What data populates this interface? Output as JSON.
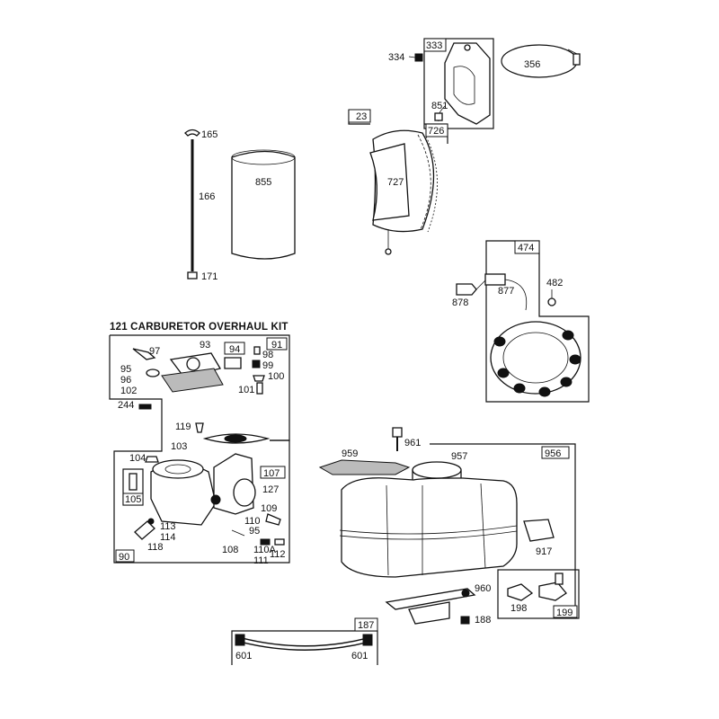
{
  "kit_title": "121 CARBURETOR OVERHAUL KIT",
  "labels": {
    "p333": "333",
    "p334": "334",
    "p356": "356",
    "p851": "851",
    "p23": "23",
    "p726": "726",
    "p727": "727",
    "p165": "165",
    "p166": "166",
    "p855": "855",
    "p171": "171",
    "p474": "474",
    "p482": "482",
    "p877": "877",
    "p878": "878",
    "p97": "97",
    "p93": "93",
    "p94": "94",
    "p91": "91",
    "p95a": "95",
    "p96": "96",
    "p102": "102",
    "p98": "98",
    "p99": "99",
    "p100": "100",
    "p101": "101",
    "p244": "244",
    "p119": "119",
    "p103": "103",
    "p104": "104",
    "p105": "105",
    "p107": "107",
    "p127": "127",
    "p109": "109",
    "p110": "110",
    "p95b": "95",
    "p113": "113",
    "p114": "114",
    "p118": "118",
    "p108": "108",
    "p110A": "110A",
    "p111": "111",
    "p112": "112",
    "p90": "90",
    "p961": "961",
    "p959": "959",
    "p957": "957",
    "p956": "956",
    "p917": "917",
    "p960": "960",
    "p198": "198",
    "p199": "199",
    "p188": "188",
    "p187": "187",
    "p601a": "601",
    "p601b": "601"
  }
}
